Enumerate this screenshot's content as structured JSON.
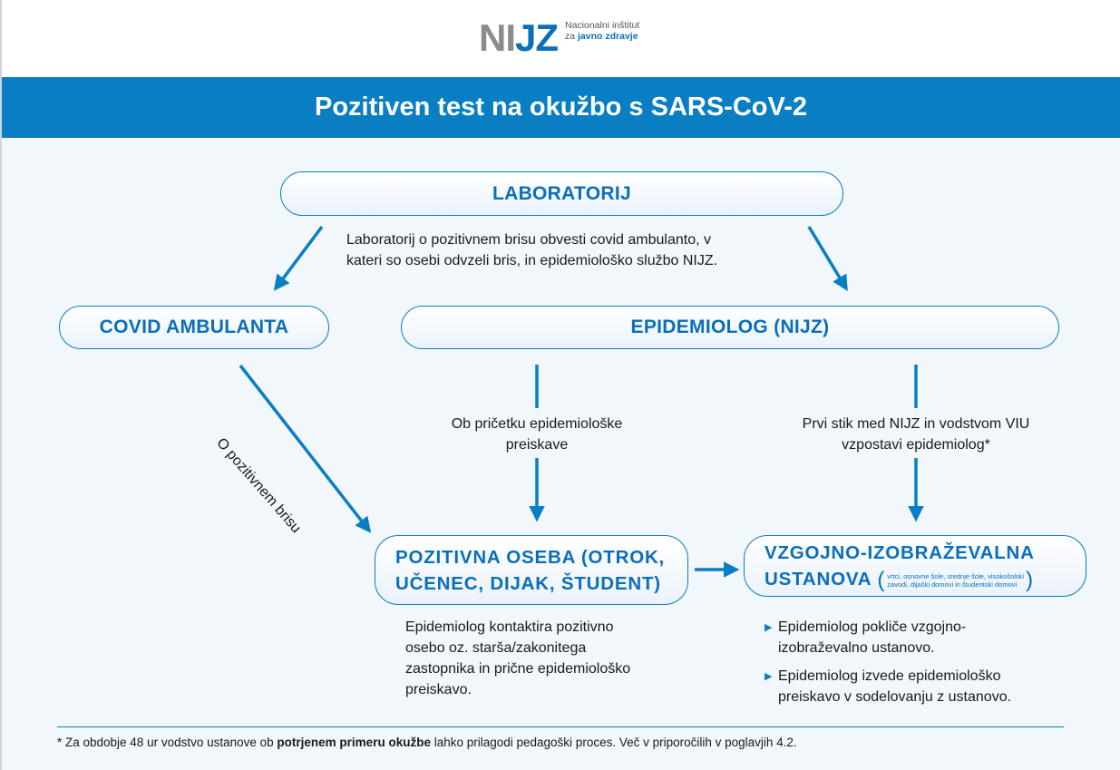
{
  "logo": {
    "mark_left": "NI",
    "mark_right": "JZ",
    "line1": "Nacionalni inštitut",
    "line2_prefix": "za",
    "line2_strong": "javno zdravje"
  },
  "header": {
    "title": "Pozitiven test na okužbo s SARS-CoV-2"
  },
  "nodes": {
    "laboratorij": "LABORATORIJ",
    "covid_ambulanta": "COVID AMBULANTA",
    "epidemiolog": "EPIDEMIOLOG (NIJZ)",
    "pozitivna_oseba_line1": "POZITIVNA OSEBA (OTROK,",
    "pozitivna_oseba_line2": "UČENEC, DIJAK, ŠTUDENT)",
    "vzgojno_line1": "VZGOJNO-IZOBRAŽEVALNA",
    "vzgojno_line2": "USTANOVA",
    "vzgojno_note_line1": "vrtci, osnovne šole, srednje šole, visokošolski",
    "vzgojno_note_line2": "zavodi, dijaški domovi in študentski domovi"
  },
  "labels": {
    "lab_notice_line1": "Laboratorij o pozitivnem brisu obvesti covid ambulanto, v",
    "lab_notice_line2": "kateri so osebi odvzeli bris, in epidemiološko službo NIJZ.",
    "o_pozitivnem_brisu": "O pozitivnem brisu",
    "ob_pricetku_line1": "Ob pričetku epidemiološke",
    "ob_pricetku_line2": "preiskave",
    "prvi_stik_line1": "Prvi stik med NIJZ in vodstvom VIU",
    "prvi_stik_line2": "vzpostavi epidemiolog*"
  },
  "details": {
    "pozitivna_line1": "Epidemiolog kontaktira pozitivno",
    "pozitivna_line2": "osebo oz. starša/zakonitega",
    "pozitivna_line3": "zastopnika in prične epidemiološko",
    "pozitivna_line4": "preiskavo.",
    "bullet1_line1": "Epidemiolog pokliče vzgojno-",
    "bullet1_line2": "izobraževalno ustanovo.",
    "bullet2_line1": "Epidemiolog izvede epidemiološko",
    "bullet2_line2": "preiskavo v sodelovanju z ustanovo."
  },
  "footnote": {
    "part1": "* Za obdobje 48 ur vodstvo ustanove ob ",
    "bold": "potrjenem primeru okužbe",
    "part2": " lahko prilagodi pedagoški proces. Več v priporočilih v poglavjih 4.2."
  },
  "colors": {
    "brand_blue": "#0a7ec2",
    "logo_grey": "#8c8c8c",
    "background_tint": "#f1f7fb"
  }
}
